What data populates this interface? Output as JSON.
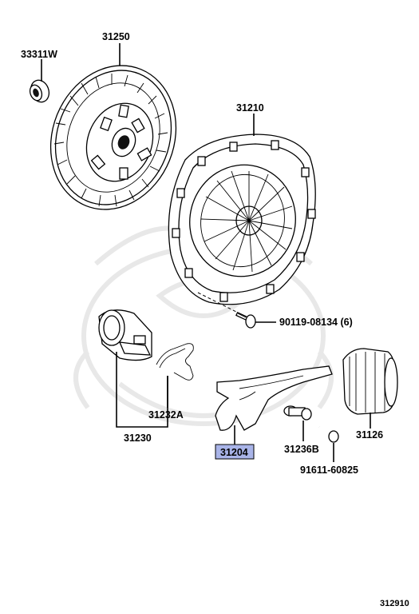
{
  "labels": {
    "bearing_33311W": "33311W",
    "disc_31250": "31250",
    "cover_31210": "31210",
    "bolt_90119": "90119-08134 (6)",
    "release_bearing_31230": "31230",
    "clip_31232A": "31232A",
    "fork_31204": "31204",
    "pivot_31236B": "31236B",
    "bolt_91611": "91611-60825",
    "boot_31126": "31126",
    "figure_number": "312910"
  },
  "colors": {
    "highlight_fill": "#a9b4e8",
    "highlight_border": "#000000",
    "line": "#000000",
    "watermark": "#e6e6e6"
  }
}
